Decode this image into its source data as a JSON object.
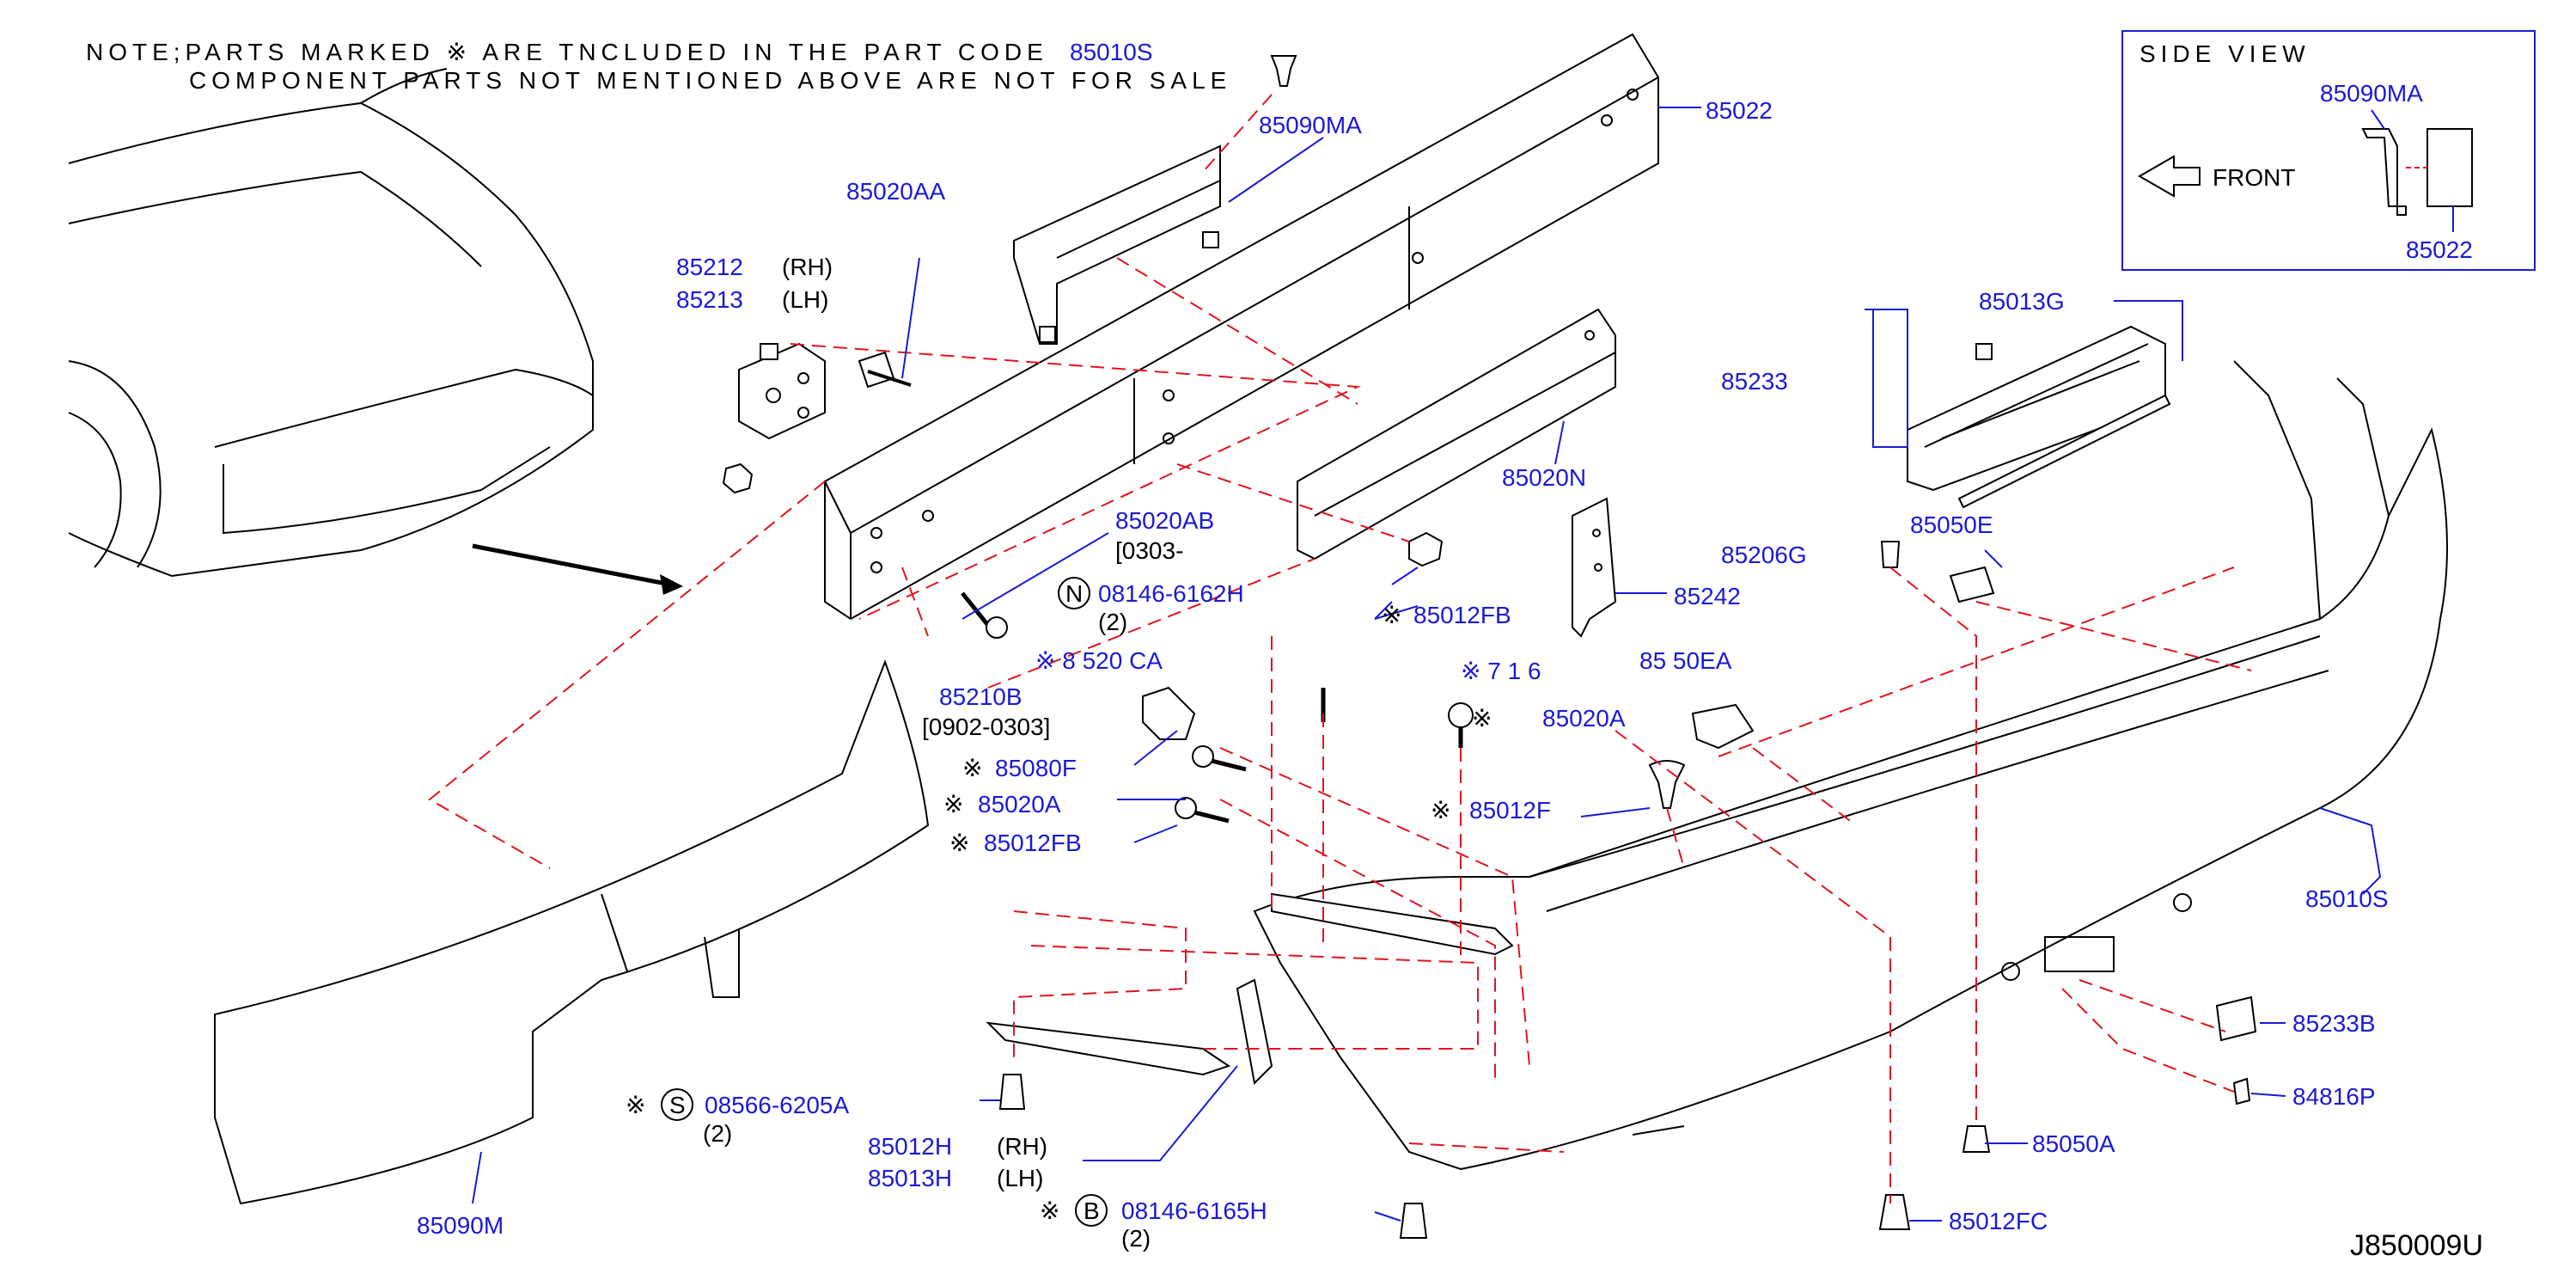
{
  "note": {
    "line1": "NOTE;PARTS MARKED ※ ARE TNCLUDED IN THE PART CODE",
    "line2": "COMPONENT PARTS NOT MENTIONED ABOVE ARE NOT FOR SALE"
  },
  "side_view": {
    "title": "SIDE VIEW",
    "front_label": "FRONT",
    "part_top": "85090MA",
    "part_bottom": "85022"
  },
  "diagram_code": "J850009U",
  "labels": {
    "p85010S_top": "85010S",
    "p85022": "85022",
    "p85090MA": "85090MA",
    "p85020AA": "85020AA",
    "p85212": "85212",
    "rh1": "(RH)",
    "p85213": "85213",
    "lh1": "(LH)",
    "p85233": "85233",
    "p85013G": "85013G",
    "p85020N": "85020N",
    "p85020AB": "85020AB",
    "p85020AB_date": "[0303-",
    "n_letter": "N",
    "p08146_6162H": "08146-6162H",
    "qty_n": "(2)",
    "p85206G": "85206G",
    "p85050E": "85050E",
    "p85242": "85242",
    "p85012FB_top": "85012FB",
    "p85020CA": "※ 8 520 CA",
    "p8_1_6": "※ 7 1 6",
    "p85050EA": "85 50EA",
    "p85210B": "85210B",
    "p85210B_date": "[0902-0303]",
    "p85020A_mid": "85020A",
    "p85080F": "85080F",
    "p85020A_left": "85020A",
    "p85012FB_left": "85012FB",
    "p85012F": "85012F",
    "p85010S": "85010S",
    "p85233B": "85233B",
    "p84816P": "84816P",
    "s_letter": "S",
    "p08566_6205A": "08566-6205A",
    "qty_s": "(2)",
    "p85012H": "85012H",
    "rh2": "(RH)",
    "p85013H": "85013H",
    "lh2": "(LH)",
    "b_letter": "B",
    "p08146_6165H": "08146-6165H",
    "qty_b": "(2)",
    "p85090M": "85090M",
    "p85050A": "85050A",
    "p85012FC": "85012FC",
    "kome": "※"
  },
  "colors": {
    "part_number": "#1a1ad6",
    "dashed_line": "#e0141e",
    "line_art": "#000000"
  }
}
